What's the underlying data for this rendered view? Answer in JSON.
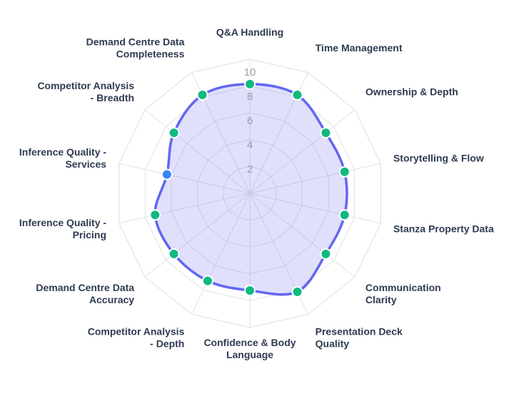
{
  "chart_data": {
    "type": "radar",
    "categories": [
      "Q&A Handling",
      "Time Management",
      "Ownership & Depth",
      "Storytelling & Flow",
      "Stanza Property Data",
      "Communication Clarity",
      "Presentation Deck Quality",
      "Confidence & Body Language",
      "Competitor Analysis - Depth",
      "Demand Centre Data Accuracy",
      "Inference Quality - Pricing",
      "Inference Quality - Services",
      "Competitor Analysis - Breadth",
      "Demand Centre Data Completeness"
    ],
    "labels": [
      [
        "Q&A Handling"
      ],
      [
        "Time Management"
      ],
      [
        "Ownership & Depth"
      ],
      [
        "Storytelling & Flow"
      ],
      [
        "Stanza Property Data"
      ],
      [
        "Communication",
        "Clarity"
      ],
      [
        "Presentation Deck",
        "Quality"
      ],
      [
        "Confidence & Body",
        "Language"
      ],
      [
        "Competitor Analysis",
        "- Depth"
      ],
      [
        "Demand Centre Data",
        "Accuracy"
      ],
      [
        "Inference Quality -",
        "Pricing"
      ],
      [
        "Inference Quality -",
        "Services"
      ],
      [
        "Competitor Analysis",
        "- Breadth"
      ],
      [
        "Demand Centre Data",
        "Completeness"
      ]
    ],
    "values": [
      9,
      9,
      8,
      8,
      8,
      8,
      9,
      8,
      8,
      8,
      8,
      7,
      8,
      9
    ],
    "point_colors": [
      "#10b981",
      "#10b981",
      "#10b981",
      "#10b981",
      "#10b981",
      "#10b981",
      "#10b981",
      "#10b981",
      "#10b981",
      "#10b981",
      "#10b981",
      "#3b82f6",
      "#10b981",
      "#10b981"
    ],
    "rlim": [
      0,
      10
    ],
    "radial_ticks": [
      "2",
      "4",
      "6",
      "8",
      "10"
    ],
    "line_color": "#6366f1",
    "fill_color": "#6366f1",
    "grid": true
  }
}
